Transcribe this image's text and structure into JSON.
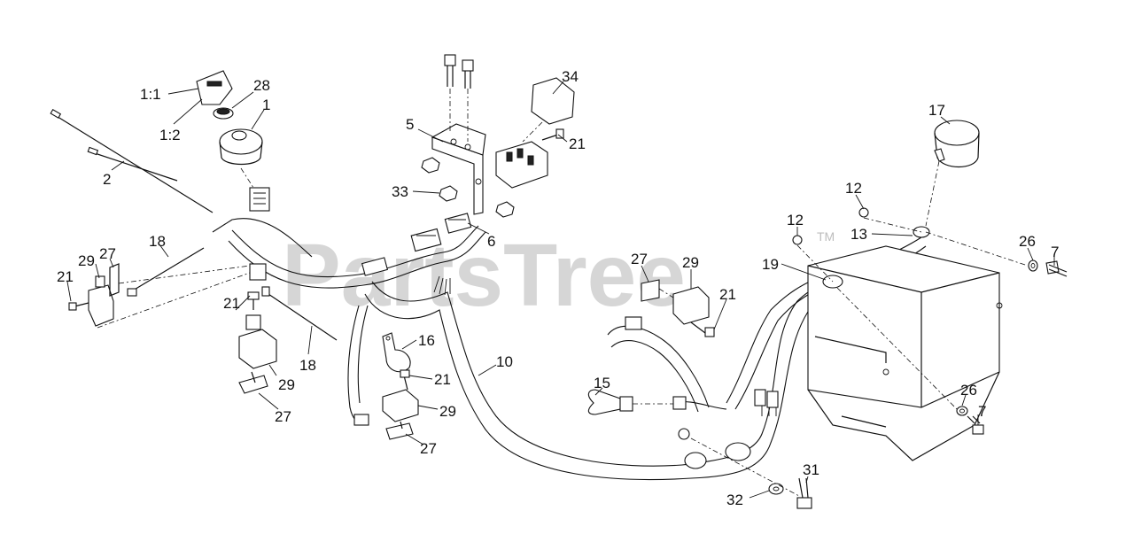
{
  "watermark": {
    "text": "PartsTree",
    "tm": "TM"
  },
  "callouts": {
    "c1_1": "1:1",
    "c1_2": "1:2",
    "c28": "28",
    "c1": "1",
    "c2": "2",
    "c5": "5",
    "c34": "34",
    "c21a": "21",
    "c33": "33",
    "c6": "6",
    "c17": "17",
    "c12a": "12",
    "c12b": "12",
    "c13": "13",
    "c26a": "26",
    "c7a": "7",
    "c19": "19",
    "c18a": "18",
    "c29a": "29",
    "c27a": "27",
    "c21b": "21",
    "c21c": "21",
    "c18b": "18",
    "c29b": "29",
    "c27b": "27",
    "c16": "16",
    "c10": "10",
    "c21d": "21",
    "c29c": "29",
    "c27c": "27",
    "c27d": "27",
    "c29d": "29",
    "c21e": "21",
    "c15": "15",
    "c26b": "26",
    "c7b": "7",
    "c31": "31",
    "c32": "32"
  }
}
